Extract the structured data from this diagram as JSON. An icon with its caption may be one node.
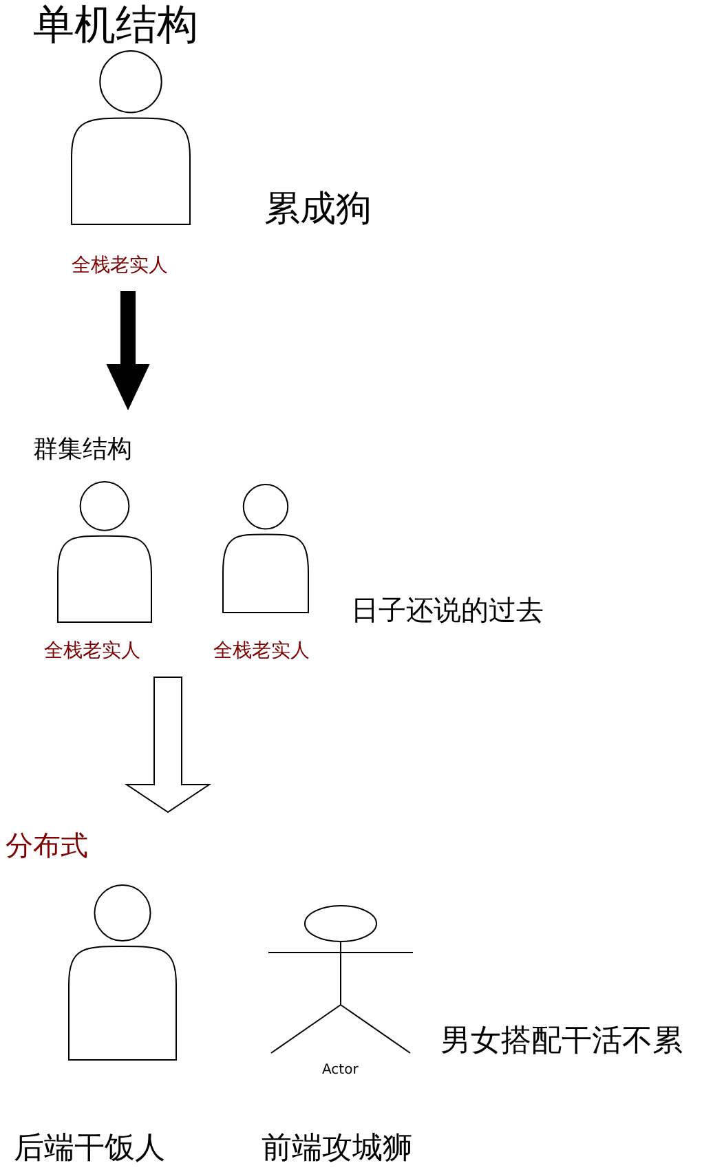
{
  "diagram": {
    "nodes": [
      {
        "text": [],
        "shape": "person",
        "beside": [
          "全栈老实人"
        ]
      },
      {
        "text": [],
        "shape": "person",
        "beside": [
          "全栈老实人"
        ]
      },
      {
        "text": [],
        "shape": "person",
        "beside": [
          "全栈老实人"
        ]
      },
      {
        "text": [],
        "shape": "person",
        "beside": [
          "后端干饭人"
        ]
      },
      {
        "text": [],
        "shape": "person",
        "beside": [
          "Actor",
          "前端攻城狮"
        ]
      }
    ],
    "labels": [
      "单机结构",
      "累成狗",
      "群集结构",
      "日子还说的过去",
      "分布式",
      "男女搭配干活不累"
    ]
  }
}
